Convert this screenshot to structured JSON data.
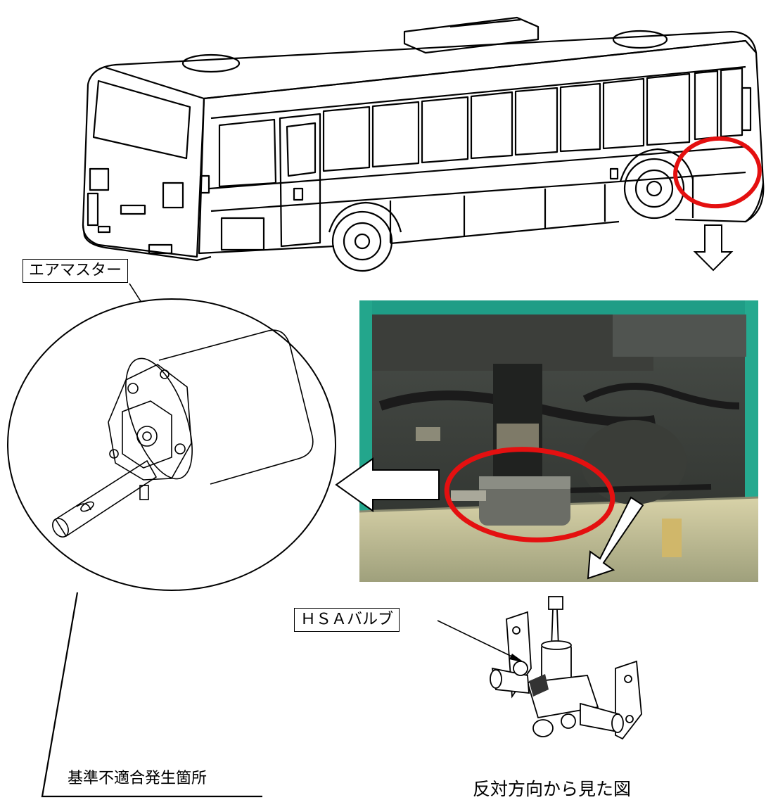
{
  "labels": {
    "air_master": "エアマスター",
    "hsa_valve": "ＨＳＡバルブ",
    "nonconformity_location": "基準不適合発生箇所",
    "opposite_view": "反対方向から見た図"
  },
  "colors": {
    "highlight": "#e41010",
    "line": "#000000",
    "bus_body_accent": "#2fa58f"
  },
  "icons": [
    "bus-illustration",
    "photo-undercarriage",
    "air-master-drawing",
    "hsa-valve-drawing",
    "down-arrow-icon",
    "left-arrow-icon"
  ]
}
